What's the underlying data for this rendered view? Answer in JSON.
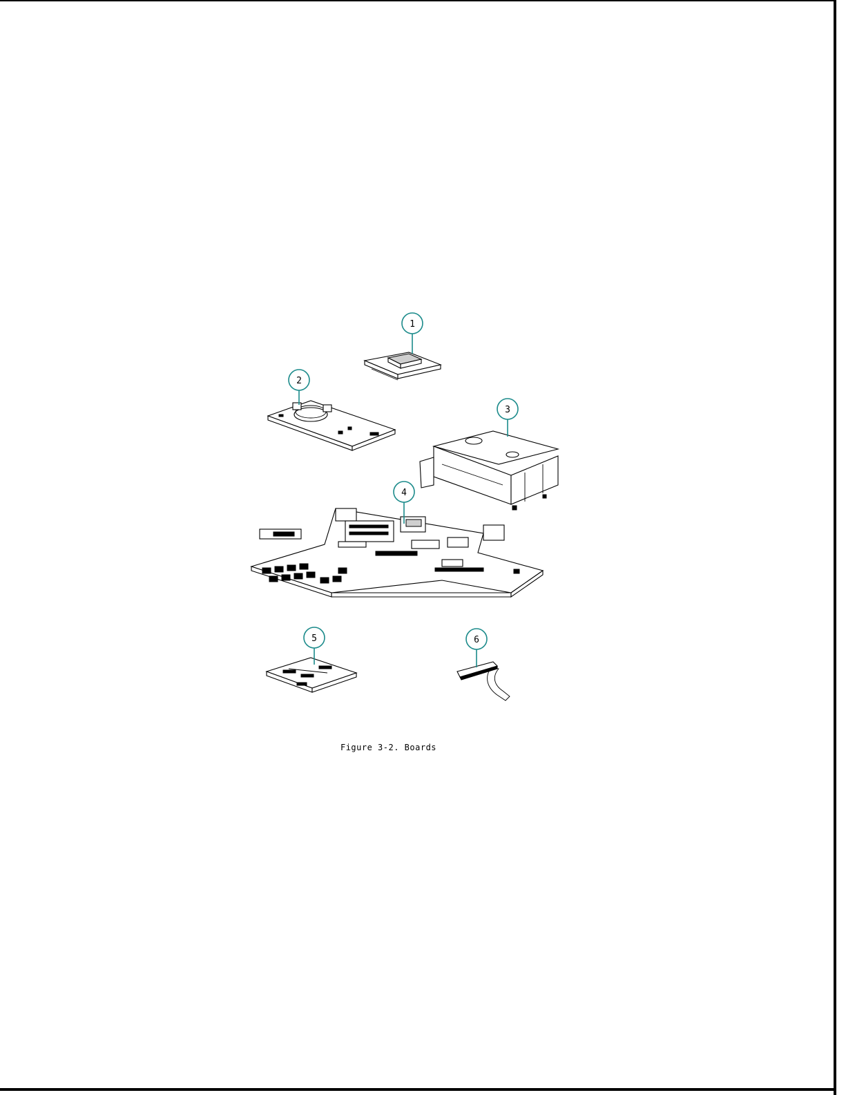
{
  "figure": {
    "caption": "Figure 3-2. Boards",
    "callouts": [
      {
        "id": "1",
        "label": "1"
      },
      {
        "id": "2",
        "label": "2"
      },
      {
        "id": "3",
        "label": "3"
      },
      {
        "id": "4",
        "label": "4"
      },
      {
        "id": "5",
        "label": "5"
      },
      {
        "id": "6",
        "label": "6"
      }
    ]
  },
  "colors": {
    "callout_stroke": "#1a8a8a",
    "line_art": "#000000",
    "page_background": "#ffffff"
  }
}
